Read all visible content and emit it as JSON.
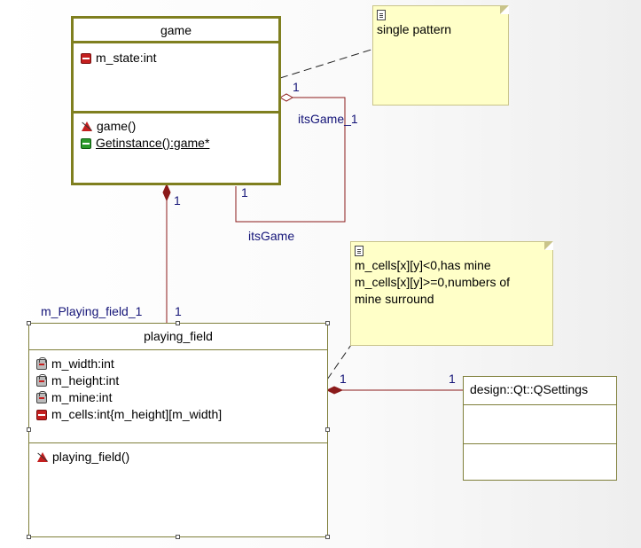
{
  "classes": {
    "game": {
      "name": "game",
      "attributes": [
        {
          "text": "m_state:int",
          "icon": "private-attribute-icon"
        }
      ],
      "operations": [
        {
          "text": "game()",
          "icon": "constructor-icon"
        },
        {
          "text": "Getinstance():game*",
          "icon": "public-operation-icon",
          "static": true
        }
      ]
    },
    "playing_field": {
      "name": "playing_field",
      "attributes": [
        {
          "text": "m_width:int",
          "icon": "protected-attribute-icon"
        },
        {
          "text": "m_height:int",
          "icon": "protected-attribute-icon"
        },
        {
          "text": "m_mine:int",
          "icon": "protected-attribute-icon"
        },
        {
          "text": "m_cells:int{m_height][m_width]",
          "icon": "private-attribute-icon"
        }
      ],
      "operations": [
        {
          "text": "playing_field()",
          "icon": "constructor-icon"
        }
      ]
    },
    "qsettings": {
      "name": "design::Qt::QSettings"
    }
  },
  "notes": {
    "singleton": {
      "lines": [
        "single pattern"
      ]
    },
    "cells": {
      "lines": [
        "m_cells[x][y]<0,has mine",
        "m_cells[x][y]>=0,numbers of",
        "mine surround"
      ]
    }
  },
  "labels": {
    "itsGame_1": "itsGame_1",
    "itsGame_1_mult": "1",
    "itsGame": "itsGame",
    "itsGame_mult": "1",
    "compose_game_mult": "1",
    "m_Playing_field_1": "m_Playing_field_1",
    "m_Playing_field_1_mult": "1",
    "qsettings_left_mult": "1",
    "qsettings_right_mult": "1"
  },
  "colors": {
    "game_border": "#7f7f1f",
    "class_border": "#7f7f3a",
    "association": "#8b1a1a",
    "label_text": "#141478",
    "note_fill": "#ffffc8"
  }
}
